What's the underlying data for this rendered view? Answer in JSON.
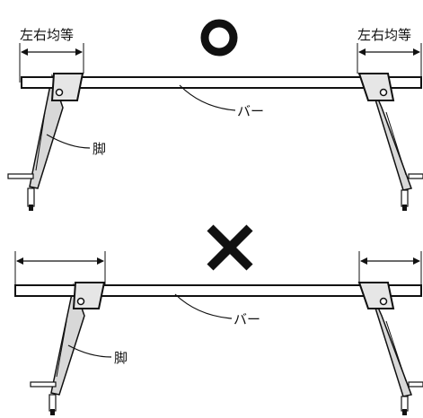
{
  "top_panel": {
    "symbol": "○",
    "symbol_meaning": "correct",
    "distance_left_label": "左右均等",
    "distance_right_label": "左右均等",
    "bar_label": "バー",
    "leg_label": "脚"
  },
  "bottom_panel": {
    "symbol": "✕",
    "symbol_meaning": "incorrect",
    "bar_label": "バー",
    "leg_label": "脚"
  },
  "colors": {
    "ink": "#111111",
    "leg_fill": "#d8d8d8",
    "background": "#ffffff"
  }
}
